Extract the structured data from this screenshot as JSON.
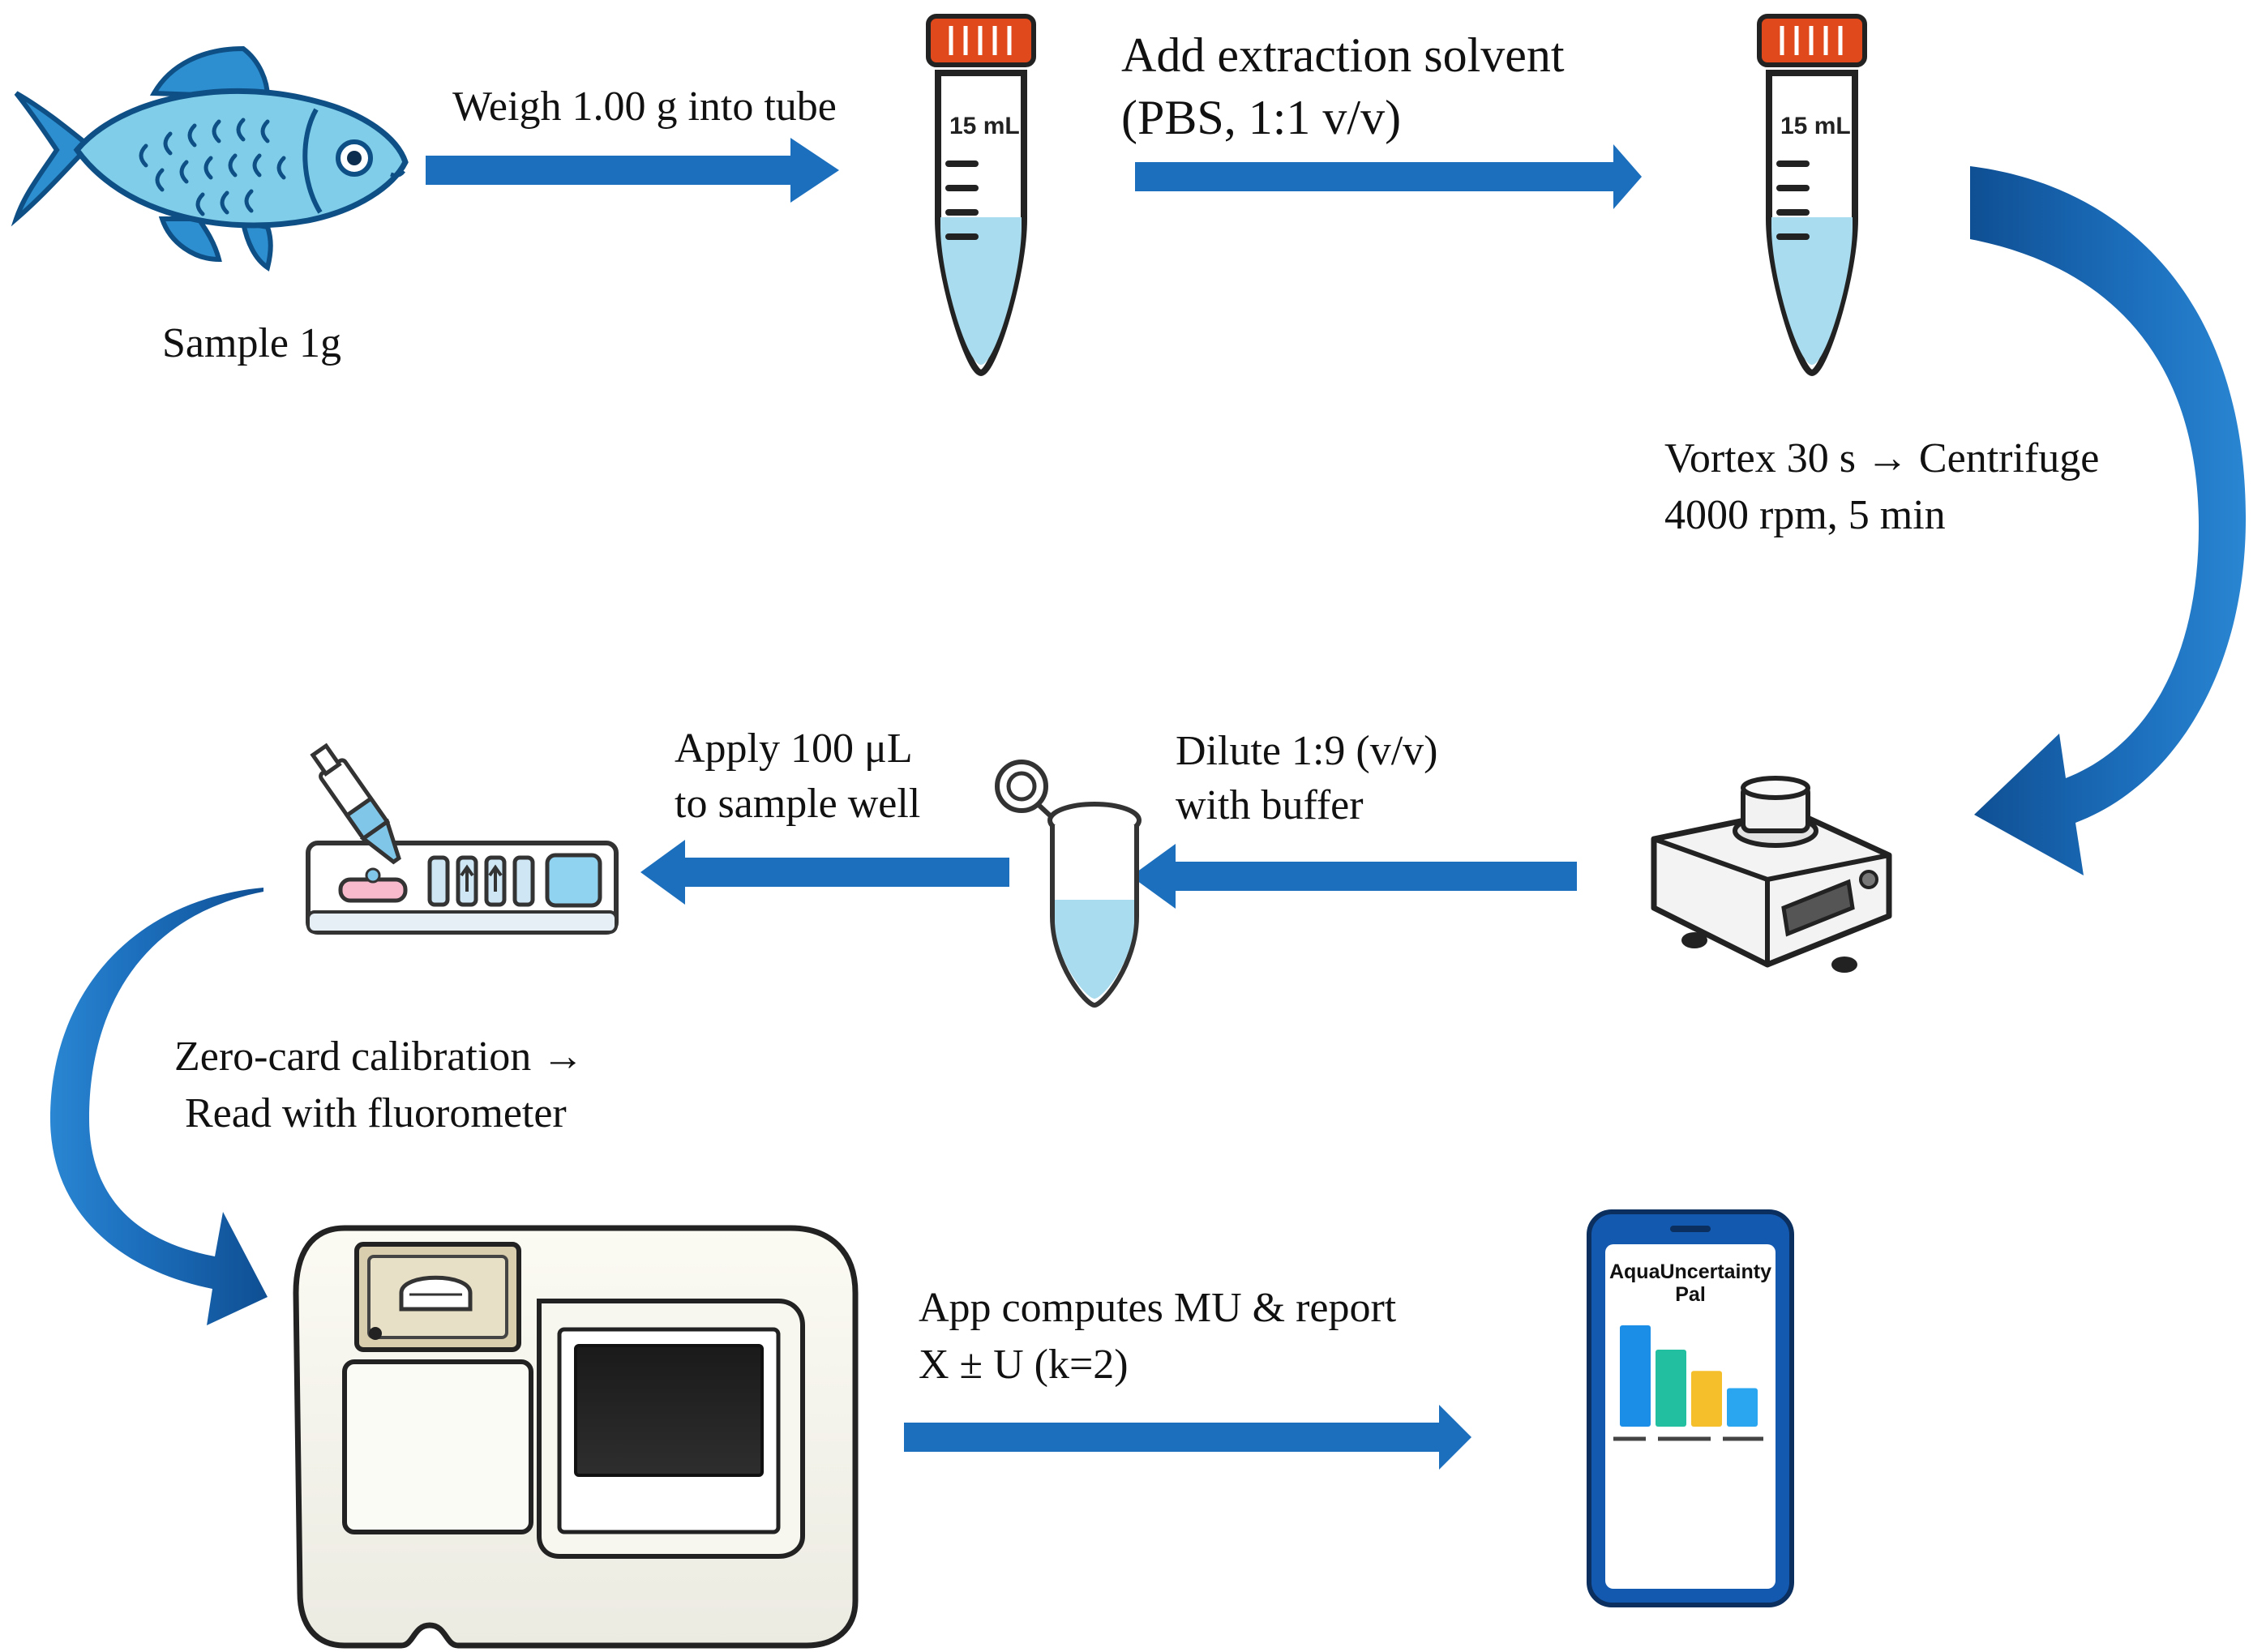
{
  "colors": {
    "arrow": "#1c6fbd",
    "arrow_dark": "#0f4f93",
    "tube_cap": "#e0491b",
    "liquid": "#a9dcee",
    "fish_body": "#7fcde8",
    "fish_fin": "#2d8fcf",
    "phone_frame": "#1459b0",
    "bar_blue": "#1b8fe8",
    "bar_teal": "#22bfa0",
    "bar_yellow": "#f5bf2b",
    "bar_blue2": "#2aa6f0"
  },
  "steps": {
    "sample_label": "Sample 1g",
    "weigh_label": "Weigh 1.00 g into tube",
    "add_solvent_line1": "Add extraction solvent",
    "add_solvent_line2": "(PBS, 1:1 v/v)",
    "vortex_line1": "Vortex 30 s → Centrifuge",
    "vortex_line2": "4000 rpm, 5 min",
    "dilute_line1": "Dilute 1:9 (v/v)",
    "dilute_line2": "with buffer",
    "apply_line1": "Apply 100 μL",
    "apply_line2": "to sample well",
    "zero_card_line1": "Zero-card calibration →",
    "zero_card_line2": "Read with fluorometer",
    "app_line1": "App computes MU & report",
    "app_line2": "X ± U (k=2)"
  },
  "tube": {
    "volume_label": "15 mL"
  },
  "phone": {
    "app_name_line1": "AquaUncertainty",
    "app_name_line2": "Pal",
    "bar_levels": [
      1.0,
      0.76,
      0.55,
      0.38
    ]
  },
  "icons": {
    "fish": "fish-icon",
    "tube": "centrifuge-tube-icon",
    "vortex": "vortex-mixer-icon",
    "microtube": "microcentrifuge-tube-icon",
    "test_strip": "test-strip-cassette-icon",
    "fluorometer": "fluorometer-icon",
    "phone": "smartphone-icon"
  }
}
